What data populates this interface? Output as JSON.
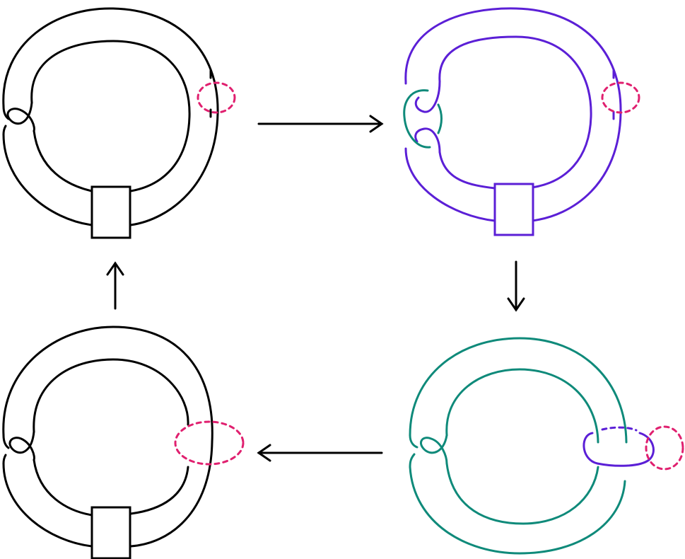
{
  "colors": {
    "black": "#000000",
    "purple": "#5b1fd6",
    "teal": "#0f8a7a",
    "magenta": "#e0206f"
  },
  "panels": [
    {
      "position": "top-left",
      "strand_color": "black",
      "has_coupon_box": true,
      "dashed_circle_color": "magenta"
    },
    {
      "position": "top-right",
      "strand_color": "purple",
      "clasp_color": "teal",
      "has_coupon_box": true,
      "dashed_circle_color": "magenta"
    },
    {
      "position": "bottom-right",
      "strand_color": "teal",
      "linked_component_color": "purple",
      "has_coupon_box": false,
      "dashed_circle_color": "magenta"
    },
    {
      "position": "bottom-left",
      "strand_color": "black",
      "has_coupon_box": true,
      "dashed_circle_color": "magenta"
    }
  ],
  "arrows": [
    {
      "from": "top-left",
      "to": "top-right",
      "direction": "right"
    },
    {
      "from": "top-right",
      "to": "bottom-right",
      "direction": "down"
    },
    {
      "from": "bottom-right",
      "to": "bottom-left",
      "direction": "left"
    },
    {
      "from": "bottom-left",
      "to": "top-left",
      "direction": "up"
    }
  ]
}
